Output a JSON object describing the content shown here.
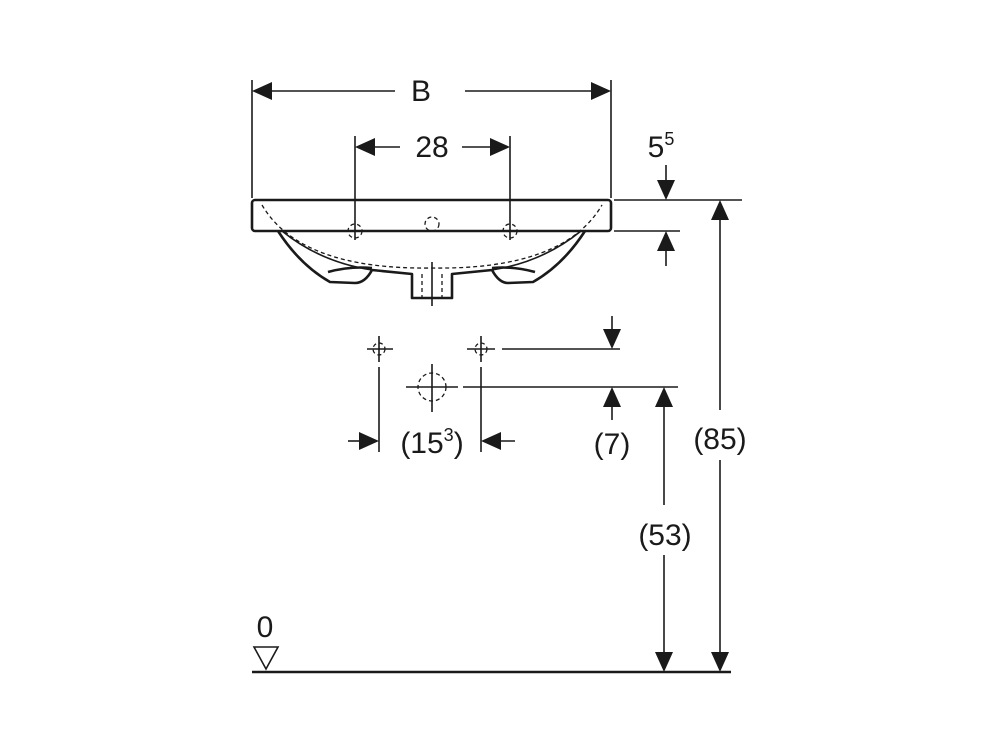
{
  "drawing": {
    "width_label": "B",
    "tap_hole_spacing": "28",
    "rim_thickness": "5",
    "rim_thickness_sup": "5",
    "waste_spacing_open": "(15",
    "waste_spacing_sup": "3",
    "waste_spacing_close": ")",
    "supply_offset": "(7)",
    "supply_height": "(53)",
    "overall_height": "(85)",
    "floor_level": "0"
  }
}
